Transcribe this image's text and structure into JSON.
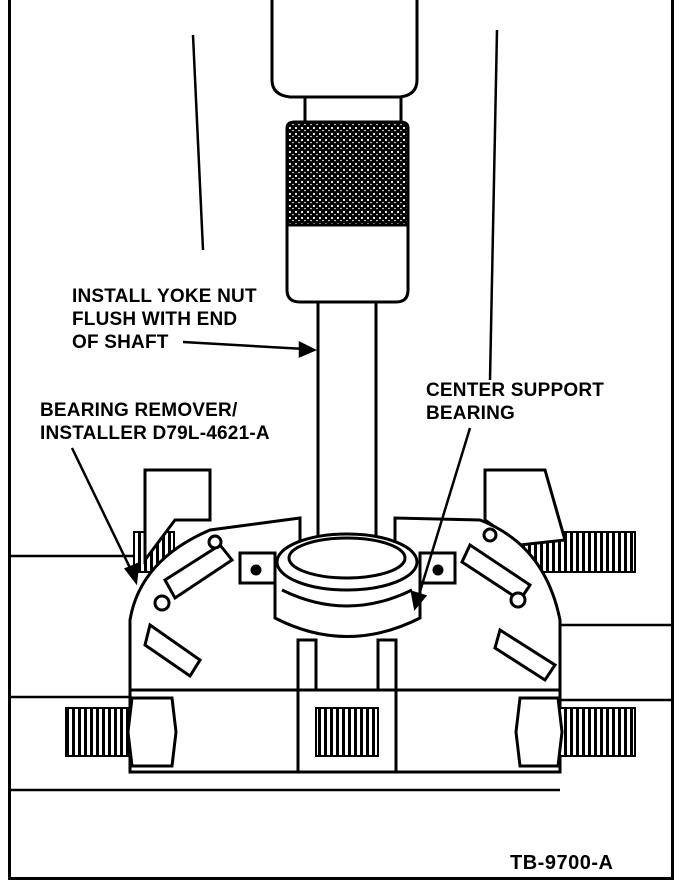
{
  "labels": {
    "yoke_nut": [
      "INSTALL YOKE NUT",
      "FLUSH WITH END",
      "OF SHAFT"
    ],
    "remover": [
      "BEARING REMOVER/",
      "INSTALLER D79L-4621-A"
    ],
    "center_support": [
      "CENTER SUPPORT",
      "BEARING"
    ]
  },
  "figure_id": "TB-9700-A"
}
